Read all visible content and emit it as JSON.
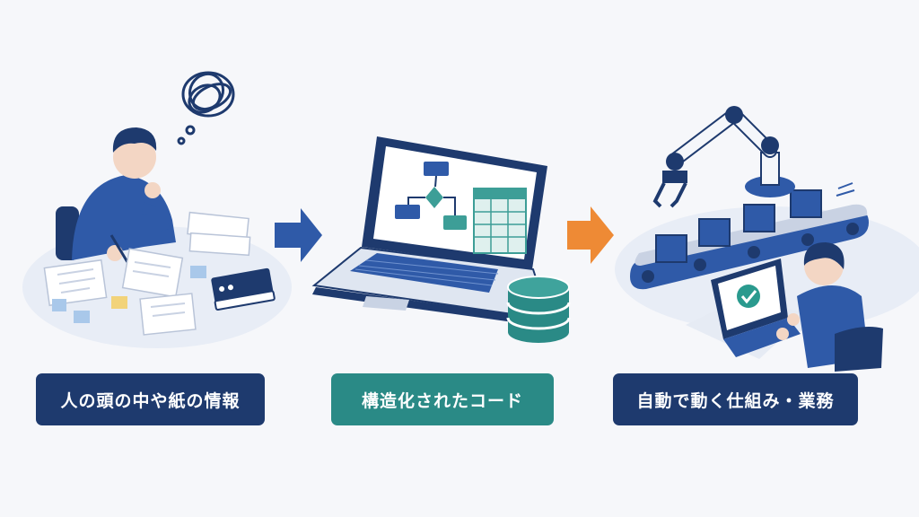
{
  "steps": [
    {
      "label": "人の頭の中や紙の情報"
    },
    {
      "label": "構造化されたコード"
    },
    {
      "label": "自動で動く仕組み・業務"
    }
  ],
  "colors": {
    "navy": "#1e3a6e",
    "blue": "#2f5aa8",
    "teal": "#2a8a86",
    "orange": "#ee8a35",
    "background": "#f6f7fa",
    "check_green": "#2a9a8e"
  },
  "icons": [
    "thinking-person-icon",
    "tangled-thought-icon",
    "laptop-flowchart-icon",
    "database-icon",
    "robot-arm-icon",
    "conveyor-belt-icon",
    "checkmark-icon",
    "arrow-right-icon"
  ]
}
